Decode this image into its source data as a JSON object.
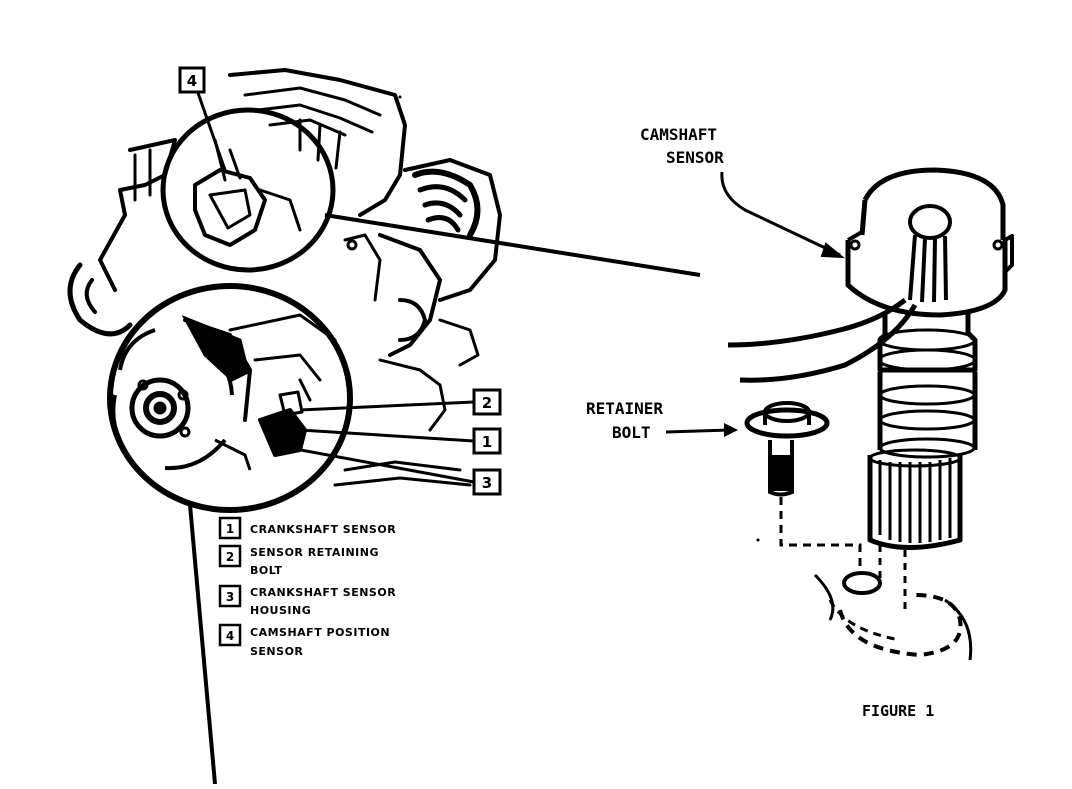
{
  "callouts": [
    "4",
    "2",
    "1",
    "3"
  ],
  "legend": [
    {
      "num": "1",
      "line1": "CRANKSHAFT SENSOR",
      "line2": ""
    },
    {
      "num": "2",
      "line1": "SENSOR RETAINING",
      "line2": "BOLT"
    },
    {
      "num": "3",
      "line1": "CRANKSHAFT SENSOR",
      "line2": "HOUSING"
    },
    {
      "num": "4",
      "line1": "CAMSHAFT POSITION",
      "line2": "SENSOR"
    }
  ],
  "labels": {
    "camshaft_line1": "CAMSHAFT",
    "camshaft_line2": "SENSOR",
    "retainer_line1": "RETAINER",
    "retainer_line2": "BOLT",
    "figure": "FIGURE 1"
  }
}
